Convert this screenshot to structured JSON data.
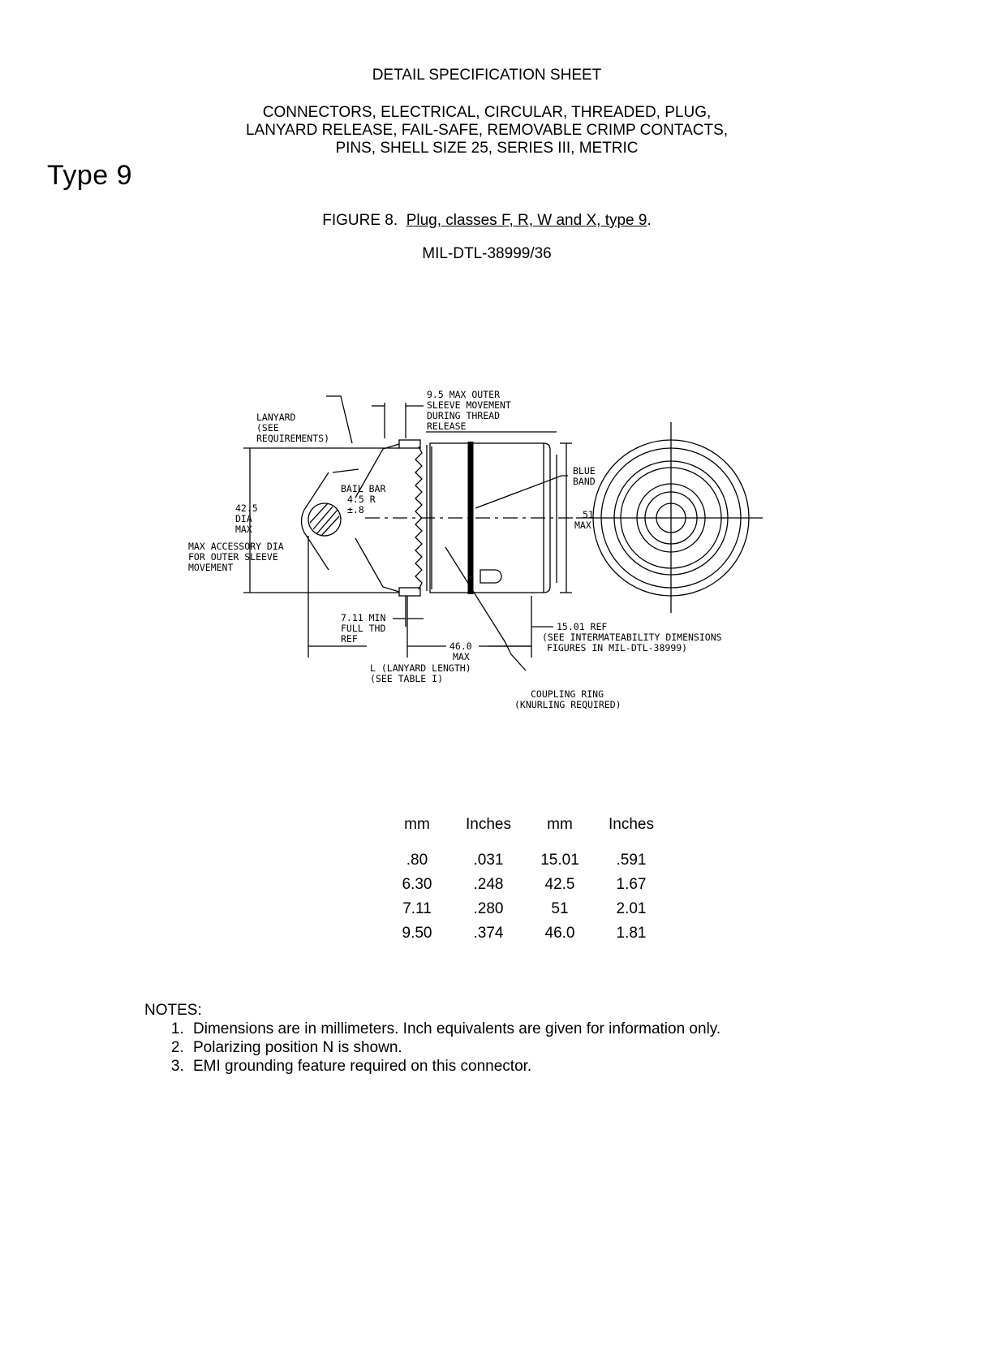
{
  "header": {
    "sheet_title": "DETAIL SPECIFICATION SHEET",
    "subtitle_lines": [
      "CONNECTORS, ELECTRICAL, CIRCULAR, THREADED, PLUG,",
      "LANYARD RELEASE, FAIL-SAFE, REMOVABLE CRIMP CONTACTS,",
      "PINS, SHELL SIZE 25, SERIES III, METRIC"
    ],
    "type_label": "Type 9"
  },
  "figure": {
    "number": "FIGURE 8.",
    "title": "Plug, classes F, R, W and X, type 9",
    "trailing": ".",
    "spec": "MIL-DTL-38999/36"
  },
  "drawing_labels": {
    "outer_sleeve": [
      "9.5 MAX OUTER",
      "SLEEVE MOVEMENT",
      "DURING THREAD",
      "RELEASE"
    ],
    "lanyard": [
      "LANYARD",
      "(SEE",
      "REQUIREMENTS)"
    ],
    "bail_bar": [
      "BAIL BAR",
      "4.5 R",
      "±.8"
    ],
    "dia": [
      "42.5",
      "DIA",
      "MAX"
    ],
    "max_accessory": [
      "MAX ACCESSORY DIA",
      "FOR OUTER SLEEVE",
      "MOVEMENT"
    ],
    "blue_band": [
      "BLUE",
      "BAND"
    ],
    "max51": [
      "51",
      "MAX"
    ],
    "full_thd": [
      "7.11 MIN",
      "FULL THD",
      "REF"
    ],
    "len46": [
      "46.0",
      "MAX"
    ],
    "lanyard_length": [
      "L (LANYARD LENGTH)",
      "(SEE TABLE I)"
    ],
    "ref15": [
      "15.01 REF",
      "(SEE INTERMATEABILITY DIMENSIONS",
      "FIGURES IN MIL-DTL-38999)"
    ],
    "coupling_ring": [
      "COUPLING RING",
      "(KNURLING REQUIRED)"
    ]
  },
  "conversion_table": {
    "headers": [
      "mm",
      "Inches",
      "mm",
      "Inches"
    ],
    "rows": [
      [
        ".80",
        ".031",
        "15.01",
        ".591"
      ],
      [
        "6.30",
        ".248",
        "42.5",
        "1.67"
      ],
      [
        "7.11",
        ".280",
        "51",
        "2.01"
      ],
      [
        "9.50",
        ".374",
        "46.0",
        "1.81"
      ]
    ]
  },
  "notes": {
    "heading": "NOTES:",
    "items": [
      "Dimensions are in millimeters.  Inch equivalents are given for information only.",
      "Polarizing position N is shown.",
      "EMI grounding feature required on this connector."
    ]
  }
}
